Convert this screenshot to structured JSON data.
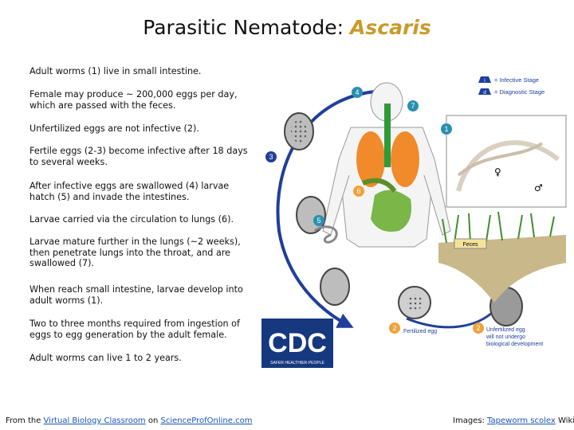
{
  "title": {
    "main": "Parasitic Nematode: ",
    "genus": "Ascaris"
  },
  "paragraphs": [
    "Adult worms (1) live in small intestine.",
    "Female may produce ~ 200,000 eggs per day, which are passed with the feces.",
    "Unfertilized eggs are not infective (2).",
    "Fertile eggs (2-3) become infective after 18 days to several weeks.",
    "After infective eggs are swallowed (4) larvae hatch (5) and invade the intestines.",
    "Larvae carried via the circulation to lungs (6).",
    "Larvae mature further in the lungs (~2 weeks), then penetrate lungs into the throat, and are swallowed (7).",
    "When reach small intestine, larvae develop into adult worms (1).",
    "Two to three months required from ingestion of eggs to egg generation by the adult female.",
    "Adult worms can live 1 to 2 years."
  ],
  "figure": {
    "legend": {
      "infective": "= Infective Stage",
      "diagnostic": "= Diagnostic Stage",
      "i": "i",
      "d": "d"
    },
    "stages": [
      "1",
      "2",
      "3",
      "4",
      "5",
      "6",
      "7"
    ],
    "feces_label": "Feces",
    "fertilized_label": "Fertilized egg",
    "unfertilized_label_lines": [
      "Unfertilized egg",
      "will not undergo",
      "biological development"
    ],
    "cdc_logo": {
      "text": "CDC",
      "tagline": "SAFER·HEALTHIER·PEOPLE"
    },
    "male_symbol": "♂",
    "female_symbol": "♀",
    "colors": {
      "stage_blue": "#1f3f9a",
      "stage_teal": "#2a8fb0",
      "stage_orange": "#f0a23a",
      "worm": "#d9d0c0"
    }
  },
  "footer": {
    "left_prefix": "From the ",
    "left_link": "Virtual Biology Classroom",
    "left_mid": " on ",
    "left_link2": "ScienceProfOnline.com",
    "right_prefix": "Images: ",
    "right_link": "Tapeworm scolex",
    "right_suffix": " Wiki"
  }
}
